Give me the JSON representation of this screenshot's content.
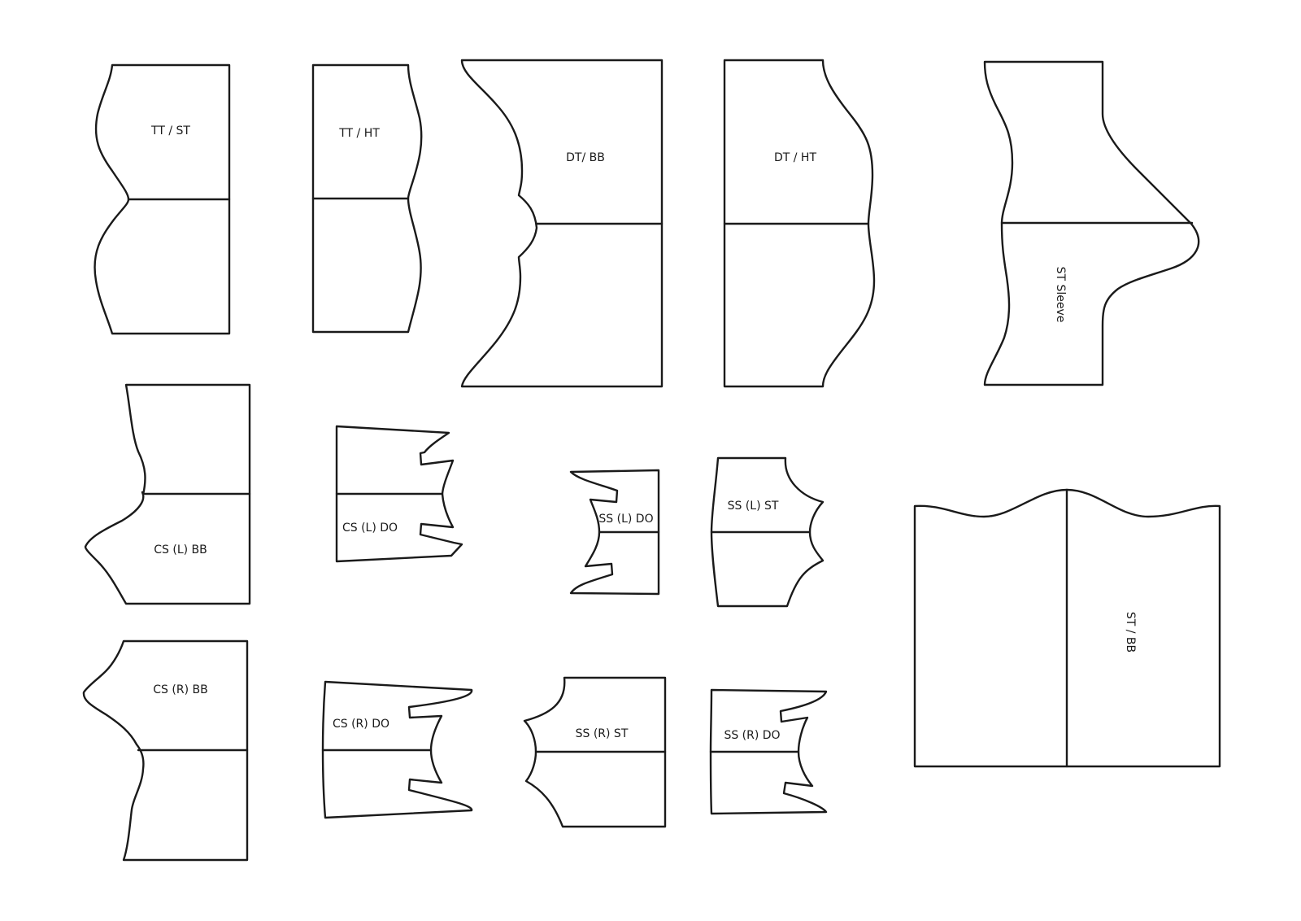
{
  "diagram": {
    "type": "sewing-pattern-layout",
    "stroke_color": "#1a1a1a",
    "background": "#ffffff",
    "pieces": [
      {
        "id": "tt-st",
        "label": "TT / ST"
      },
      {
        "id": "tt-ht",
        "label": "TT / HT"
      },
      {
        "id": "dt-bb",
        "label": "DT/ BB"
      },
      {
        "id": "dt-ht",
        "label": "DT / HT"
      },
      {
        "id": "st-sleeve",
        "label": "ST Sleeve"
      },
      {
        "id": "cs-l-bb",
        "label": "CS (L) BB"
      },
      {
        "id": "cs-l-do",
        "label": "CS (L) DO"
      },
      {
        "id": "ss-l-do",
        "label": "SS (L) DO"
      },
      {
        "id": "ss-l-st",
        "label": "SS (L) ST"
      },
      {
        "id": "st-bb",
        "label": "ST / BB"
      },
      {
        "id": "cs-r-bb",
        "label": "CS (R) BB"
      },
      {
        "id": "cs-r-do",
        "label": "CS (R) DO"
      },
      {
        "id": "ss-r-st",
        "label": "SS (R) ST"
      },
      {
        "id": "ss-r-do",
        "label": "SS (R) DO"
      }
    ]
  }
}
